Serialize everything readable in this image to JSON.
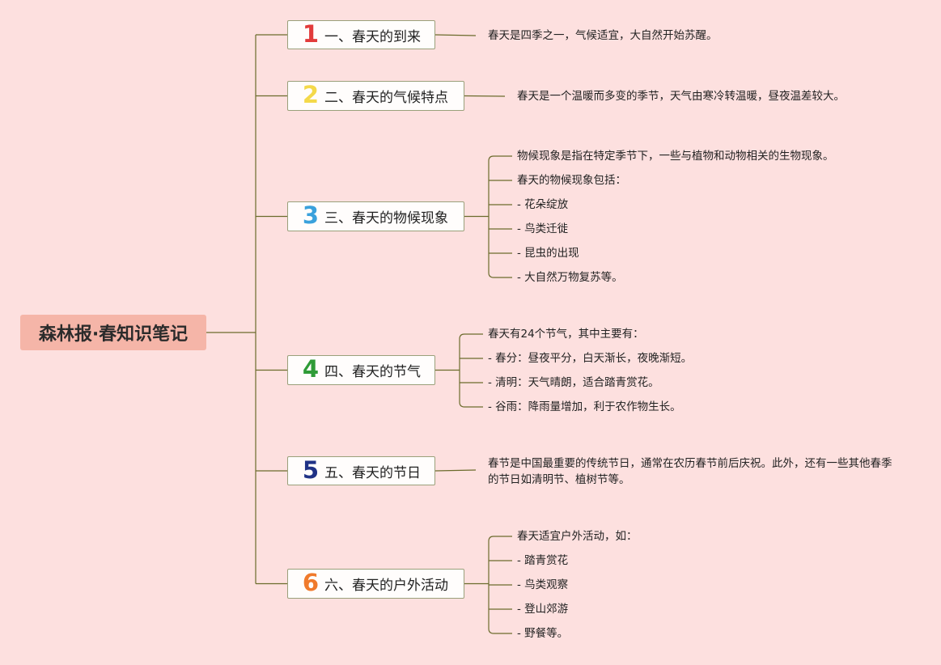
{
  "root": {
    "label": "森林报·春知识笔记"
  },
  "colors": {
    "line": "#6b6b2c",
    "background": "#fde0df",
    "root_fill": "#f5b5a8",
    "num_colors": [
      "#e23b3b",
      "#f4d94a",
      "#3aa1dc",
      "#2f9b37",
      "#1f3286",
      "#f07a2c"
    ]
  },
  "topics": [
    {
      "num": "1",
      "label": "一、春天的到来",
      "leaves": [
        "春天是四季之一，气候适宜，大自然开始苏醒。"
      ]
    },
    {
      "num": "2",
      "label": "二、春天的气候特点",
      "leaves": [
        "春天是一个温暖而多变的季节，天气由寒冷转温暖，昼夜温差较大。"
      ]
    },
    {
      "num": "3",
      "label": "三、春天的物候现象",
      "leaves": [
        "物候现象是指在特定季节下，一些与植物和动物相关的生物现象。",
        "春天的物候现象包括：",
        "- 花朵绽放",
        "- 鸟类迁徙",
        "- 昆虫的出现",
        "- 大自然万物复苏等。"
      ]
    },
    {
      "num": "4",
      "label": "四、春天的节气",
      "leaves": [
        "春天有24个节气，其中主要有：",
        "- 春分：昼夜平分，白天渐长，夜晚渐短。",
        "- 清明：天气晴朗，适合踏青赏花。",
        "- 谷雨：降雨量增加，利于农作物生长。"
      ]
    },
    {
      "num": "5",
      "label": "五、春天的节日",
      "leaves": [
        "春节是中国最重要的传统节日，通常在农历春节前后庆祝。此外，还有一些其他春季的节日如清明节、植树节等。"
      ]
    },
    {
      "num": "6",
      "label": "六、春天的户外活动",
      "leaves": [
        "春天适宜户外活动，如：",
        "- 踏青赏花",
        "- 鸟类观察",
        "- 登山郊游",
        "- 野餐等。"
      ]
    }
  ]
}
